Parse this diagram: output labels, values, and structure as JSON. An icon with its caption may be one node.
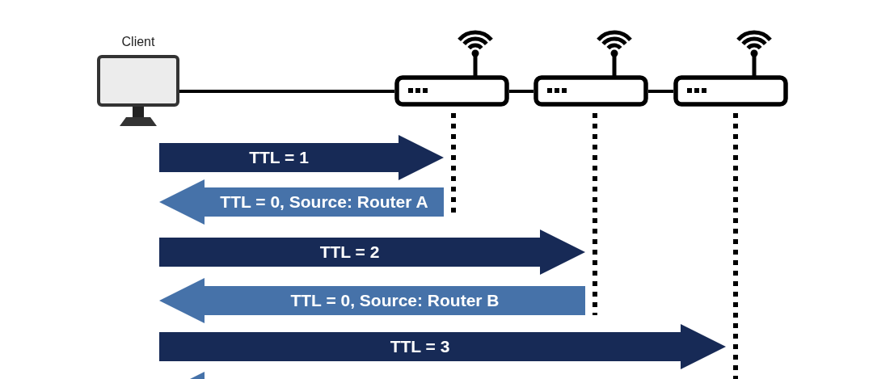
{
  "diagram": {
    "nodes": [
      {
        "text": [
          "Client"
        ]
      },
      {
        "text": [],
        "shape": "picture"
      },
      {
        "text": [],
        "shape": "picture"
      },
      {
        "text": [],
        "shape": "picture"
      }
    ],
    "edges": [
      {
        "from": 0,
        "to": 1,
        "arrow": "none"
      },
      {
        "from": 1,
        "to": 2,
        "arrow": "none"
      },
      {
        "from": 2,
        "to": 3,
        "arrow": "none"
      },
      {
        "from": 0,
        "to": 1,
        "arrow": "to",
        "label": "TTL = 1",
        "color": "#172a56"
      },
      {
        "from": 1,
        "to": 0,
        "arrow": "to",
        "label": "TTL = 0, Source: Router A",
        "color": "#4672a9"
      },
      {
        "from": null,
        "to": 2,
        "arrow": "to",
        "label": "TTL = 2",
        "color": "#172a56"
      },
      {
        "from": 2,
        "to": null,
        "arrow": "to",
        "label": "TTL = 0, Source: Router B",
        "color": "#4672a9"
      },
      {
        "from": null,
        "to": 3,
        "arrow": "to",
        "label": "TTL = 3",
        "color": "#172a56"
      },
      {
        "from": 3,
        "to": null,
        "arrow": "to",
        "color": "#4672a9"
      }
    ]
  }
}
